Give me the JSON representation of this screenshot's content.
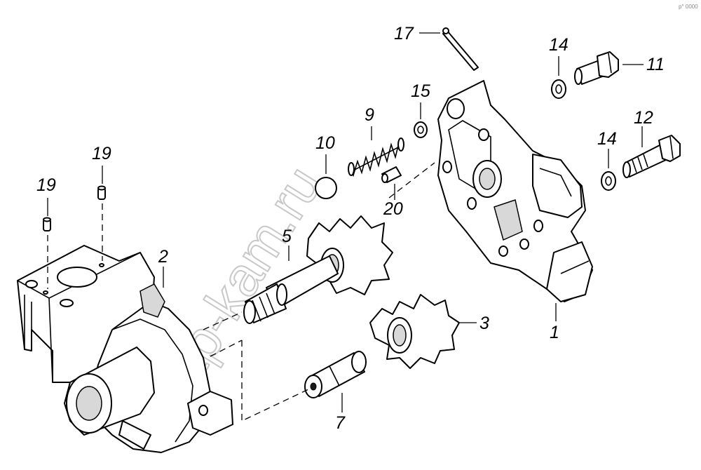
{
  "watermark": "zap-kam.ru",
  "corner_mark": "p° 0000",
  "callouts": [
    {
      "id": "c1",
      "text": "1"
    },
    {
      "id": "c2",
      "text": "2"
    },
    {
      "id": "c3",
      "text": "3"
    },
    {
      "id": "c5",
      "text": "5"
    },
    {
      "id": "c7",
      "text": "7"
    },
    {
      "id": "c9",
      "text": "9"
    },
    {
      "id": "c10",
      "text": "10"
    },
    {
      "id": "c11",
      "text": "11"
    },
    {
      "id": "c12",
      "text": "12"
    },
    {
      "id": "c14a",
      "text": "14"
    },
    {
      "id": "c14b",
      "text": "14"
    },
    {
      "id": "c15",
      "text": "15"
    },
    {
      "id": "c17",
      "text": "17"
    },
    {
      "id": "c19a",
      "text": "19"
    },
    {
      "id": "c19b",
      "text": "19"
    },
    {
      "id": "c20",
      "text": "20"
    }
  ]
}
